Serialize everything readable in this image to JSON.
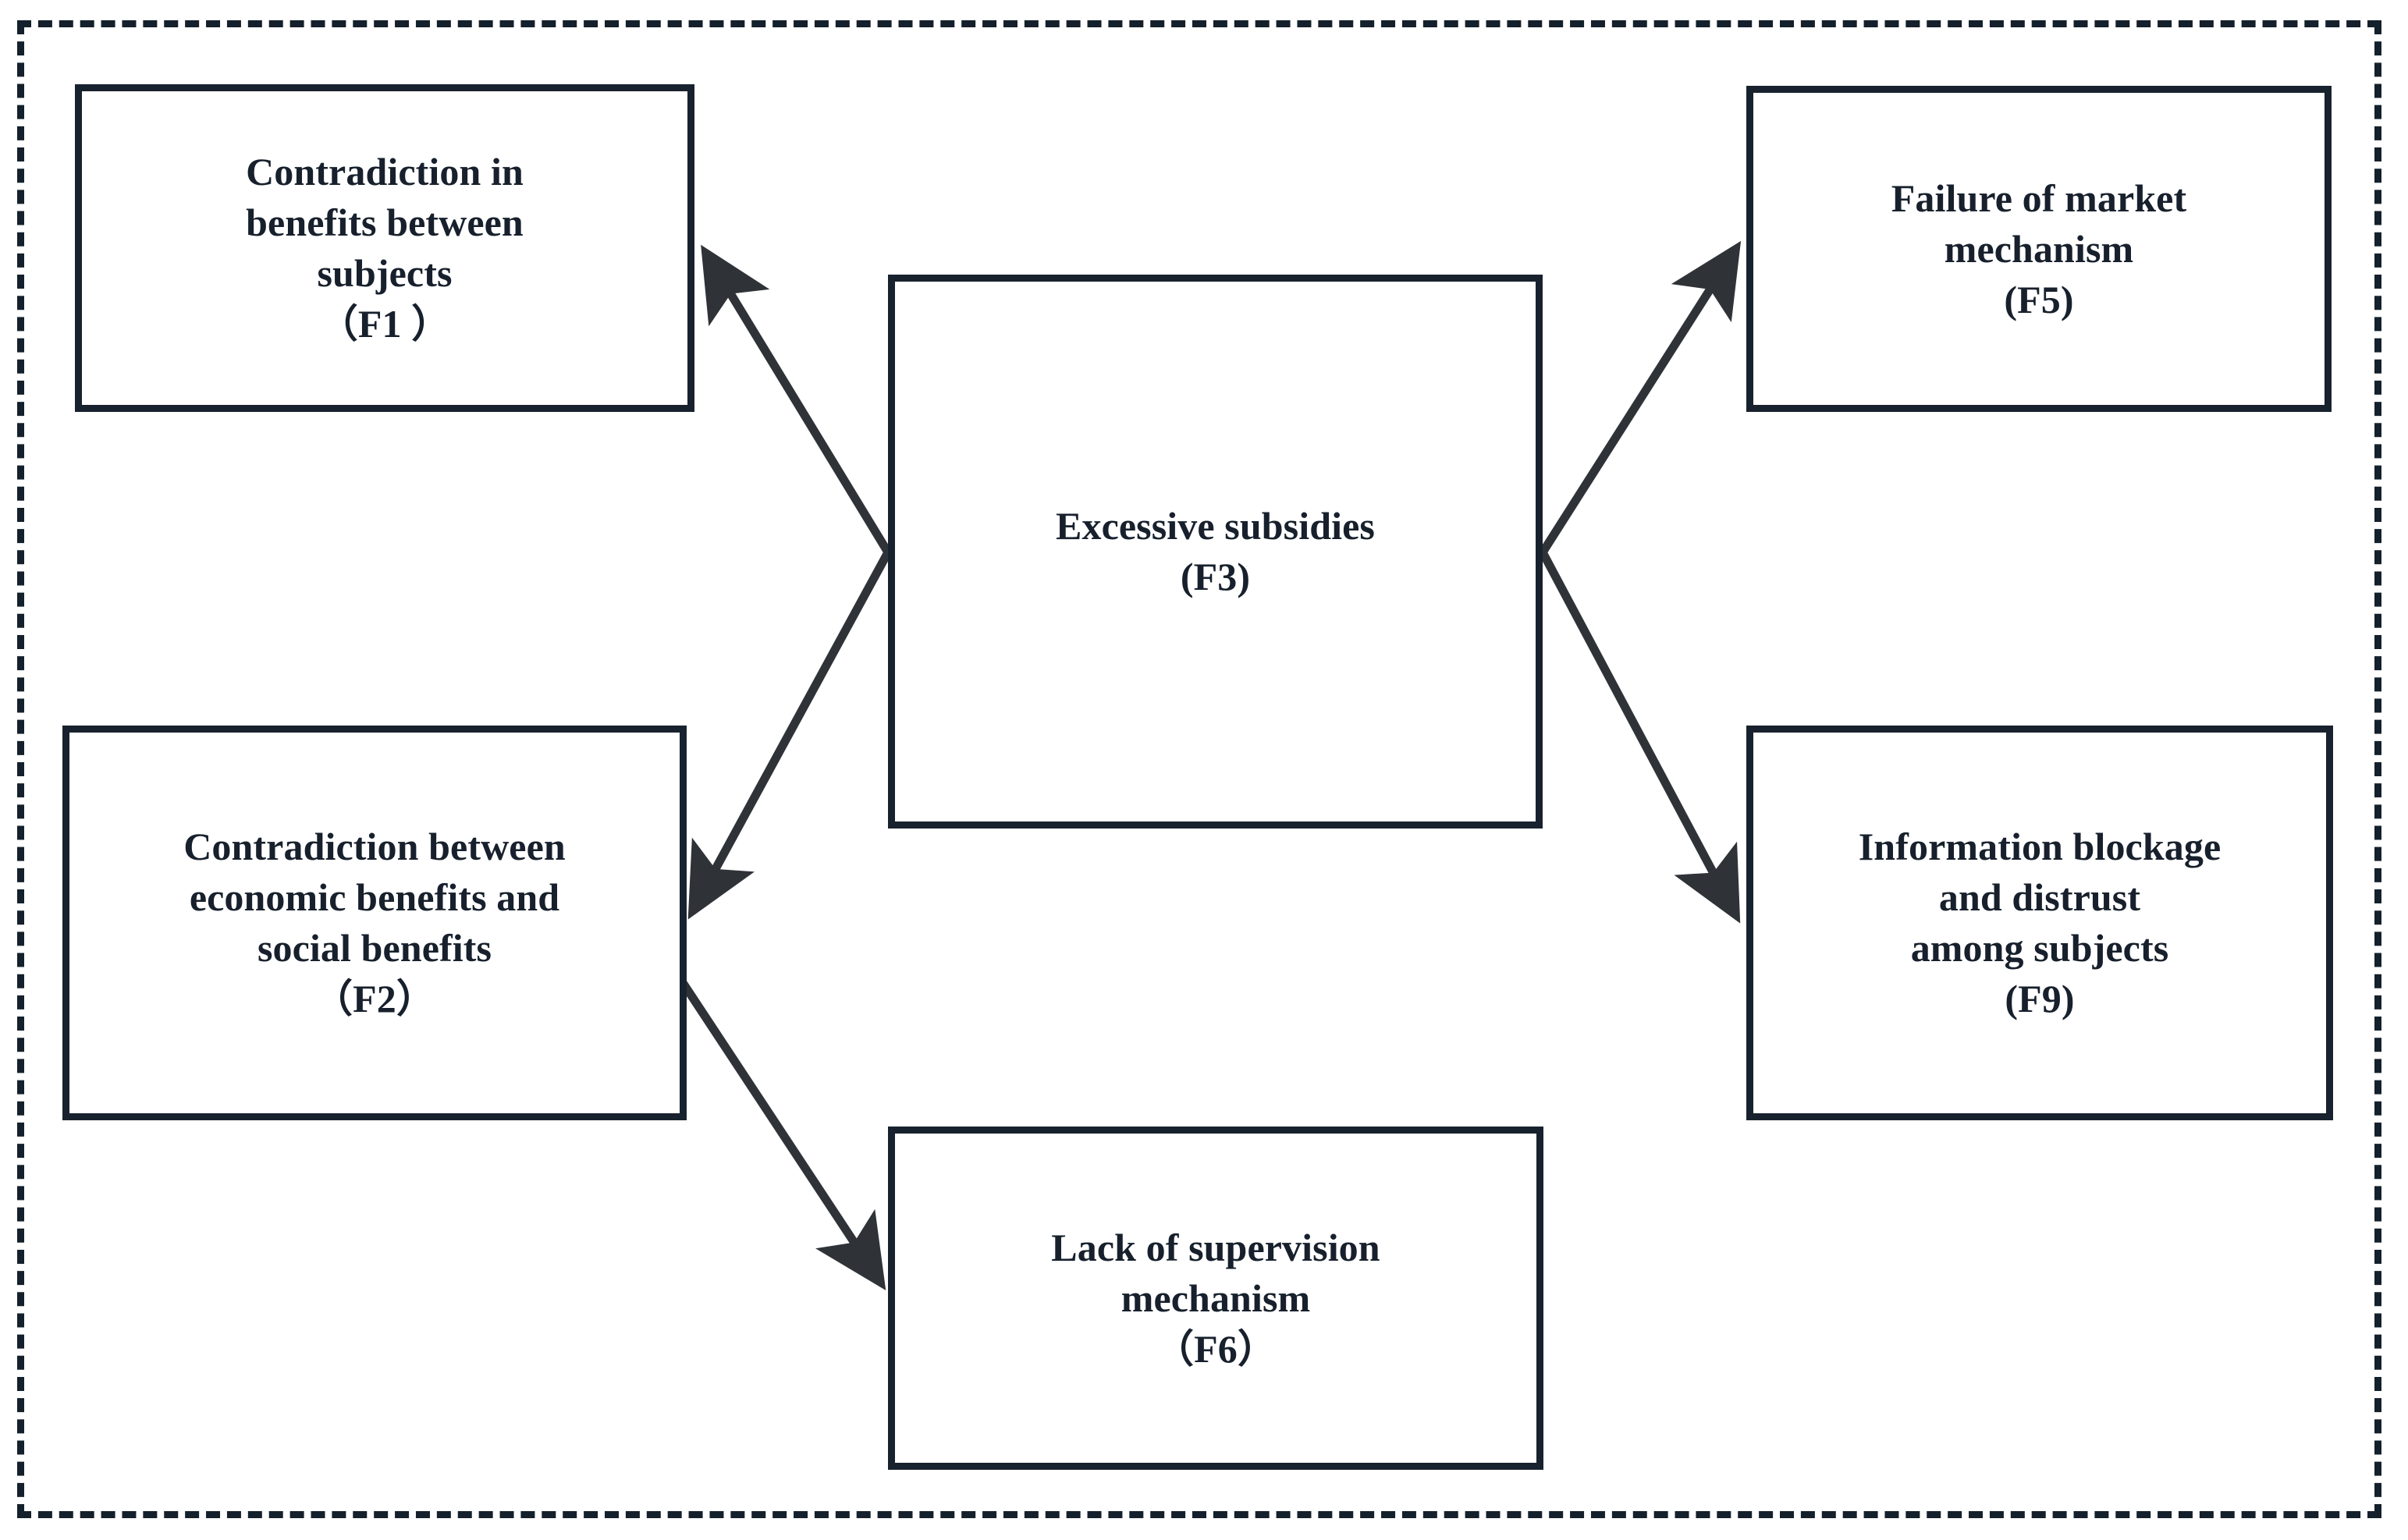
{
  "diagram": {
    "title": "Excessive subsidies influence diagram",
    "frame": {
      "style": "dashed",
      "color": "#14202b"
    },
    "node_border_color": "#18222e",
    "node_fill_color": "#ffffff",
    "edge_color": "#2f3338",
    "nodes": [
      {
        "id": "F1",
        "code": "F1",
        "label": "Contradiction in\nbenefits between\nsubjects\n（F1 ）"
      },
      {
        "id": "F2",
        "code": "F2",
        "label": "Contradiction between\neconomic benefits and\nsocial benefits\n（F2）"
      },
      {
        "id": "F3",
        "code": "F3",
        "label": "Excessive subsidies\n(F3)"
      },
      {
        "id": "F5",
        "code": "F5",
        "label": "Failure of market\nmechanism\n(F5)"
      },
      {
        "id": "F6",
        "code": "F6",
        "label": "Lack of supervision\nmechanism\n（F6）"
      },
      {
        "id": "F9",
        "code": "F9",
        "label": "Information blockage\nand distrust\namong subjects\n(F9)"
      }
    ],
    "edges": [
      {
        "id": "f3-to-f1",
        "from": "F3",
        "to": "F1",
        "direction": "arrow",
        "arrowhead": "filled-triangle"
      },
      {
        "id": "f3-to-f2",
        "from": "F3",
        "to": "F2",
        "direction": "arrow",
        "arrowhead": "filled-triangle"
      },
      {
        "id": "f3-to-f5",
        "from": "F3",
        "to": "F5",
        "direction": "arrow",
        "arrowhead": "filled-triangle"
      },
      {
        "id": "f3-to-f9",
        "from": "F3",
        "to": "F9",
        "direction": "arrow",
        "arrowhead": "filled-triangle"
      },
      {
        "id": "f2-to-f6",
        "from": "F2",
        "to": "F6",
        "direction": "arrow",
        "arrowhead": "filled-triangle"
      }
    ]
  }
}
